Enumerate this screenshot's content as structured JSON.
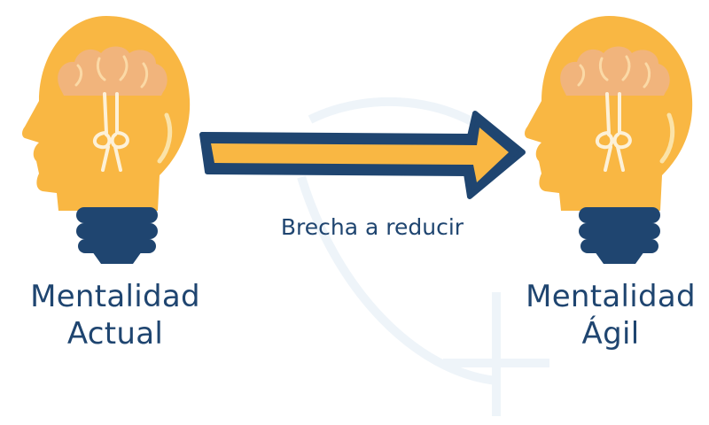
{
  "colors": {
    "navy": "#1f4570",
    "bulb": "#f9b743",
    "brain": "#f1b47c",
    "highlight": "#fbe3a8",
    "watermark": "#eef4f9"
  },
  "icons": {
    "left": "lightbulb-head-icon",
    "right": "lightbulb-head-icon",
    "arrow": "arrow-right-icon"
  },
  "left": {
    "line1": "Mentalidad",
    "line2": "Actual"
  },
  "right": {
    "line1": "Mentalidad",
    "line2": "Ágil"
  },
  "arrow": {
    "label": "Brecha a reducir"
  }
}
